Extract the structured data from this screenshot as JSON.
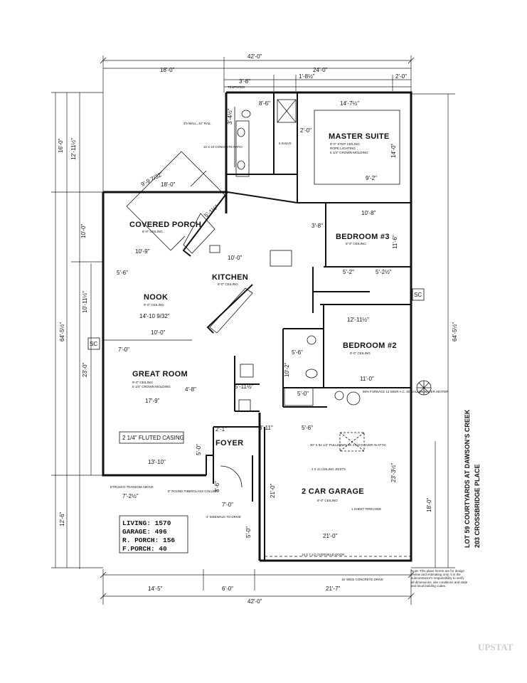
{
  "dims": {
    "top_total": "42'-0\"",
    "top_left": "18'-0\"",
    "top_right": "24'-0\"",
    "top_a": "3'-8\"",
    "top_b": "1'-8½\"",
    "top_c": "2'-0\"",
    "bottom_total": "42'-0\"",
    "bottom_a": "14'-5\"",
    "bottom_b": "6'-0\"",
    "bottom_c": "21'-7\"",
    "left_16": "16'-0\"",
    "left_12": "12'-11½\"",
    "left_10": "10'-0\"",
    "left_10b": "10'-11½\"",
    "left_64": "64'-5½\"",
    "left_23": "23'-0\"",
    "left_12b": "12'-6\"",
    "right_64": "64'-5½\"",
    "right_18": "18'-0\"",
    "right_23": "23'-3½\"",
    "d_8_6": "8'-6\"",
    "d_14_7": "14'-7½\"",
    "d_3_4": "3'-4½\"",
    "d_2_0": "2'-0\"",
    "d_14_0": "14'-0\"",
    "d_9_2": "9'-2\"",
    "d_18_0": "18'-0\"",
    "d_9_9": "9'-9 7/32\"",
    "d_10_8": "10'-8\"",
    "d_11_6": "11'-6\"",
    "d_3_8": "3'-8\"",
    "d_5_1": "5'-1½\"",
    "d_10_9": "10'-9\"",
    "d_10_0": "10'-0\"",
    "d_5_6": "5'-6\"",
    "d_5_2": "5'-2\"",
    "d_5_2b": "5'-2½\"",
    "d_14_10": "14'-10 9/32\"",
    "d_10_0b": "10'-0\"",
    "d_12_11": "12'-11½\"",
    "d_7_0": "7'-0\"",
    "d_4_8": "4'-8\"",
    "d_17_9": "17'-9\"",
    "d_5_6b": "5'-6\"",
    "d_10_2": "10'-2\"",
    "d_11_0": "11'-0\"",
    "d_5_11": "5'-11½\"",
    "d_5_0": "5'-0\"",
    "d_5_0b": "5'-0\"",
    "d_3_11": "3'-11\"",
    "d_5_6c": "5'-6\"",
    "d_13_10": "13'-10\"",
    "d_7_2": "7'-2½\"",
    "d_7_0b": "7'-0\"",
    "d_21_0": "21'-0\"",
    "d_21_0b": "21'-0\"",
    "d_5_0c": "5'-0\"",
    "d_3_6": "3'-6\"",
    "d_2_1": "2'-1\""
  },
  "rooms": {
    "master": "MASTER SUITE",
    "master_note1": "9'-0\" STEP CEILING",
    "master_note2": "ROPE LIGHTING",
    "master_note3": "5 1/4\" CROWN MOLDING",
    "covered_porch": "COVERED PORCH",
    "covered_porch_note": "8'-0\" CEILING",
    "bedroom3": "BEDROOM #3",
    "bedroom3_note": "8'-0\" CEILING",
    "kitchen": "KITCHEN",
    "kitchen_note": "9'-0\" CEILING",
    "nook": "NOOK",
    "nook_note": "9'-0\" CEILING",
    "bedroom2": "BEDROOM #2",
    "bedroom2_note": "8'-0\" CEILING",
    "great_room": "GREAT ROOM",
    "great_room_note1": "9'-0\" CEILING",
    "great_room_note2": "5 1/4\" CROWN MOLDING",
    "foyer": "FOYER",
    "garage": "2 CAR GARAGE",
    "garage_note": "8'-0\" CEILING",
    "fluted": "2 1/4\" FLUTED CASING"
  },
  "notes": {
    "tempered": "TEMPERED",
    "wall_rail": "3'0 WALL, 42\" RAIL",
    "patio": "10 X 10 CONCRETE PATIO",
    "shelves": "5 SHLVS",
    "furnace": "96% FURNACE 13 SEER A.C. 40 GALLON WATER HEATER",
    "pulldown": "30\" X 54 1/2\" PULLDOWN W/ 4 BAYS OVER IN ATTIC",
    "joists": "2 X 10 CEILING JOISTS",
    "firecode": "1 SHEET FIRECODE",
    "overhead": "16 X 7 1/2 OVERHEAD DOOR",
    "drive": "16' WIDE CONCRETE DRIVE",
    "sidewalk": "4' SIDEWALK TO DRIVE",
    "column": "8\" ROUND FIBERGLASS COLUMN",
    "transom": "ETRUSCO TRANSOM ABOVE",
    "disclaimer": "Note: This plans herein are for design review and estimating only. It is the subcontractor's responsibility to verify all dimensions, site conditions and state and local building codes.",
    "sc": "SC",
    "sc2": "SC"
  },
  "legend": {
    "living": "LIVING: 1570",
    "garage": "GARAGE: 496",
    "rporch": "R. PORCH: 156",
    "fporch": "F.PORCH: 40"
  },
  "side_label": {
    "line1": "LOT 59 COURTYARDS AT DAWSON'S CREEK",
    "line2": "203 CROSSBRIDGE PLACE"
  },
  "watermark": "UPSTAT"
}
